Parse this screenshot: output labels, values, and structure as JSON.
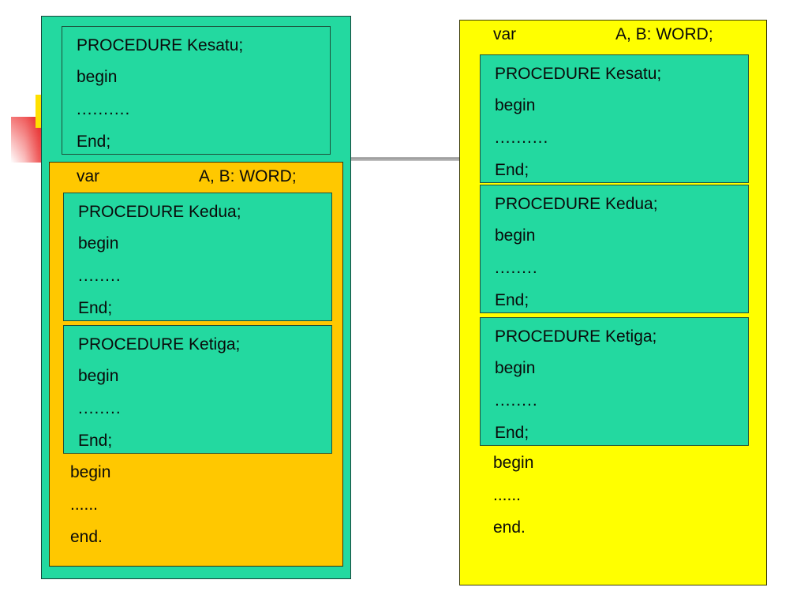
{
  "colors": {
    "procedure_box": "#23d9a0",
    "left_outer_panel": "#23d9a0",
    "left_main_block": "#ffc800",
    "right_panel": "#ffff00",
    "text": "#0a0a0a",
    "connector": "#9a9a9a",
    "smudge_pink": "#f05a5a",
    "smudge_yellow": "#ffe000"
  },
  "left_panel": {
    "kesatu_box": {
      "lines": [
        "PROCEDURE Kesatu;",
        "begin",
        "..........",
        "End;"
      ]
    },
    "var_row": {
      "keyword": "var",
      "declaration": "A, B: WORD;"
    },
    "kedua_box": {
      "lines": [
        "PROCEDURE Kedua;",
        "begin",
        "........",
        "End;"
      ]
    },
    "ketiga_box": {
      "lines": [
        "PROCEDURE Ketiga;",
        "begin",
        "........",
        "End;"
      ]
    },
    "tail": {
      "lines": [
        "begin",
        "......",
        "end."
      ]
    }
  },
  "right_panel": {
    "var_row": {
      "keyword": "var",
      "declaration": "A, B: WORD;"
    },
    "kesatu_box": {
      "lines": [
        "PROCEDURE Kesatu;",
        "begin",
        "..........",
        "End;"
      ]
    },
    "kedua_box": {
      "lines": [
        "PROCEDURE Kedua;",
        "begin",
        "........",
        "End;"
      ]
    },
    "ketiga_box": {
      "lines": [
        "PROCEDURE Ketiga;",
        "begin",
        "........",
        "End;"
      ]
    },
    "tail": {
      "lines": [
        "begin",
        "......",
        "end."
      ]
    }
  }
}
